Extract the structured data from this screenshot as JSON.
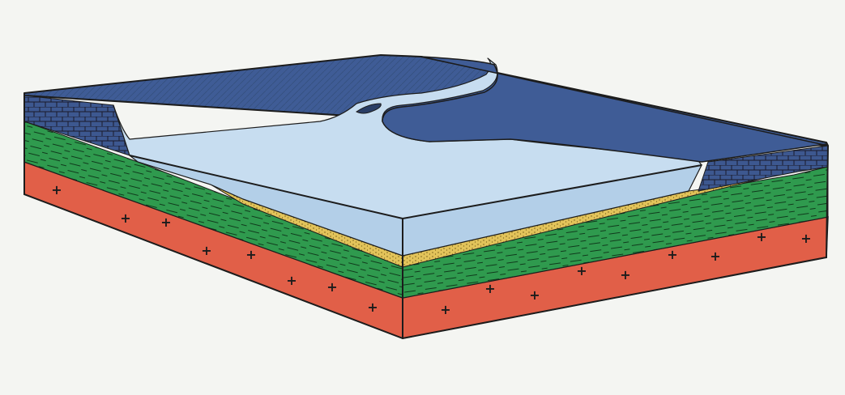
{
  "diagram": {
    "kind": "geological block diagram",
    "labels_present": false,
    "colors": {
      "background": "#f4f5f2",
      "rock_top": "#3f5c96",
      "rock_top_dark": "#34508a",
      "limestone_side": "#3d5890",
      "water_top": "#c7ddf0",
      "water_side": "#b3cfe8",
      "sand": "#e2c35a",
      "shale": "#2f9a4e",
      "granite": "#e15f48",
      "outline": "#1c1c1c"
    },
    "layers": [
      {
        "id": "limestone",
        "color_key": "limestone_side",
        "pattern": "blocks"
      },
      {
        "id": "water",
        "color_key": "water_side",
        "pattern": "none"
      },
      {
        "id": "sand",
        "color_key": "sand",
        "pattern": "dots"
      },
      {
        "id": "shale",
        "color_key": "shale",
        "pattern": "dashes"
      },
      {
        "id": "granite",
        "color_key": "granite",
        "pattern": "crosses"
      }
    ],
    "symbols": {
      "granite": "+"
    }
  }
}
